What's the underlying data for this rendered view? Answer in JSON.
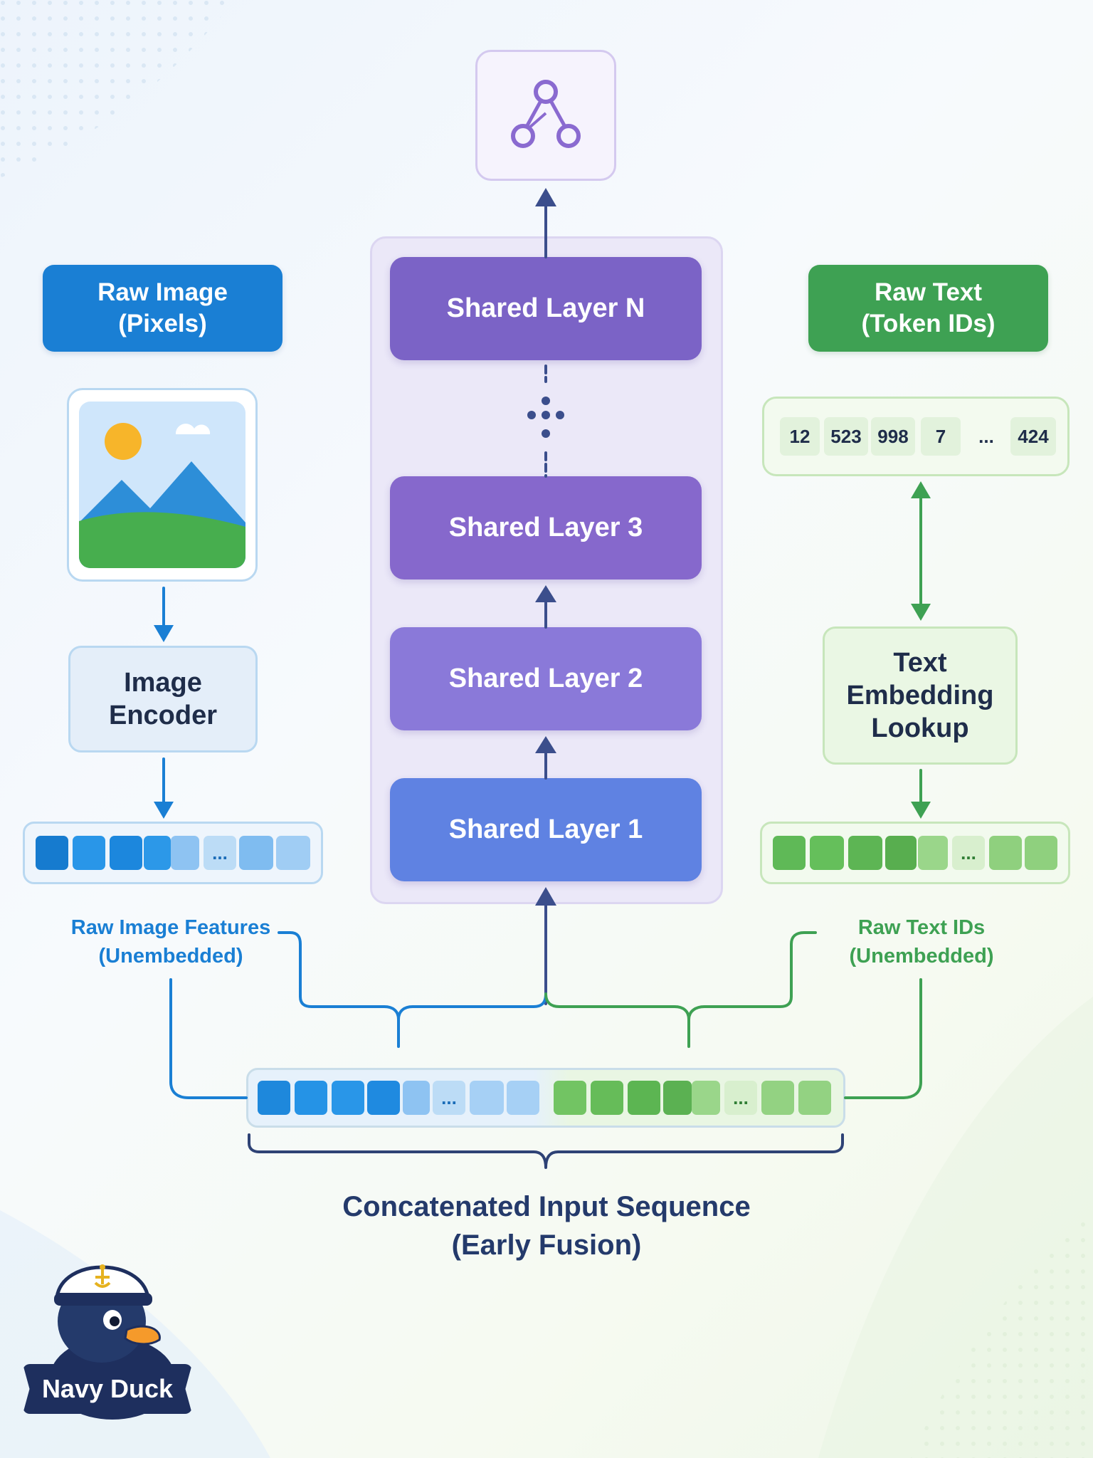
{
  "raw_image_label": [
    "Raw Image",
    "(Pixels)"
  ],
  "raw_text_label": [
    "Raw Text",
    "(Token IDs)"
  ],
  "image_encoder_label": [
    "Image",
    "Encoder"
  ],
  "text_embedding_label": [
    "Text",
    "Embedding",
    "Lookup"
  ],
  "layers": [
    "Shared Layer N",
    "Shared Layer 3",
    "Shared Layer 2",
    "Shared Layer 1"
  ],
  "token_ids": [
    "12",
    "523",
    "998",
    "7",
    "...",
    "424"
  ],
  "ellipsis": "...",
  "image_features_caption": [
    "Raw Image Features",
    "(Unembedded)"
  ],
  "text_ids_caption": [
    "Raw Text IDs",
    "(Unembedded)"
  ],
  "sequence_caption": [
    "Concatenated Input Sequence",
    "(Early Fusion)"
  ],
  "brand_name": "Navy Duck",
  "colors": {
    "image_blue": "#1a7fd4",
    "text_green": "#3ea153",
    "layer_purple": "#7b63c6",
    "layer_blue": "#5b7fe0",
    "navy": "#243a6b"
  },
  "icons": [
    "network-graph-icon",
    "image-landscape-icon",
    "captain-duck-mascot"
  ]
}
